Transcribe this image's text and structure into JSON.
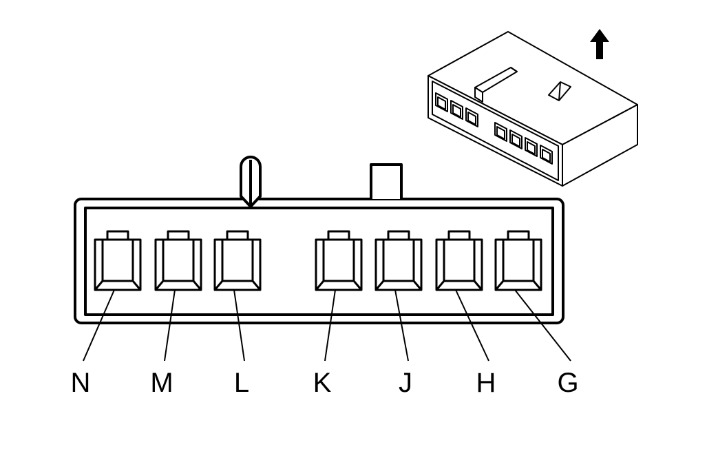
{
  "diagram": {
    "stroke_color": "#000000",
    "background_color": "#ffffff",
    "pins": [
      {
        "id": "N",
        "label": "N"
      },
      {
        "id": "M",
        "label": "M"
      },
      {
        "id": "L",
        "label": "L"
      },
      {
        "id": "K",
        "label": "K"
      },
      {
        "id": "J",
        "label": "J"
      },
      {
        "id": "H",
        "label": "H"
      },
      {
        "id": "G",
        "label": "G"
      }
    ],
    "icons": [
      "up-arrow-icon",
      "connector-isometric-icon"
    ]
  }
}
